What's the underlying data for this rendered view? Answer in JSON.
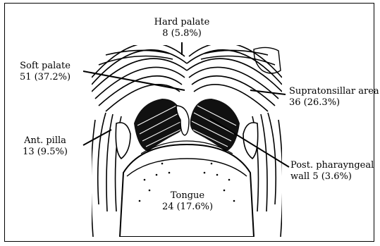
{
  "labels": {
    "hard_palate": {
      "name": "Hard palate",
      "value": "8 (5.8%)"
    },
    "soft_palate": {
      "name": "Soft palate",
      "value": "51 (37.2%)"
    },
    "ant_pilla": {
      "name": "Ant. pilla",
      "value": "13 (9.5%)"
    },
    "tongue": {
      "name": "Tongue",
      "value": "24 (17.6%)"
    },
    "supratonsillar_area": {
      "name": "Supratonsillar area",
      "value": "36 (26.3%)"
    },
    "post_pharyngeal_wall": {
      "name": "Post. pharayngeal",
      "value": "wall 5 (3.6%)"
    }
  }
}
